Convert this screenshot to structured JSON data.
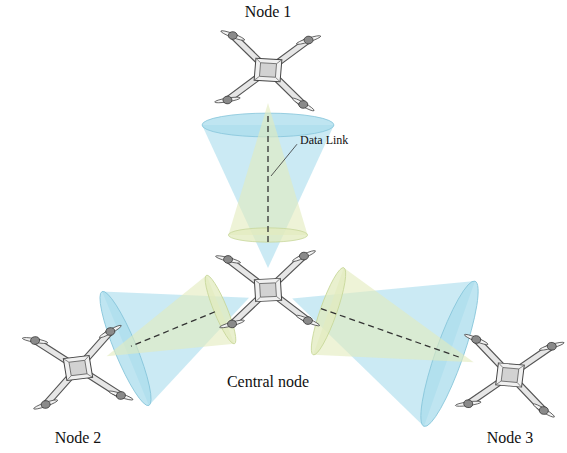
{
  "diagram": {
    "nodes": [
      {
        "text": [
          "Node 1"
        ]
      },
      {
        "text": [
          "Central node"
        ]
      },
      {
        "text": [
          "Node 2"
        ]
      },
      {
        "text": [
          "Node 3"
        ]
      }
    ],
    "edges": [
      {
        "from": 1,
        "to": 0,
        "arrow": "none",
        "label": "Data Link"
      },
      {
        "from": 1,
        "to": 2,
        "arrow": "none"
      },
      {
        "from": 1,
        "to": 3,
        "arrow": "none"
      }
    ]
  }
}
